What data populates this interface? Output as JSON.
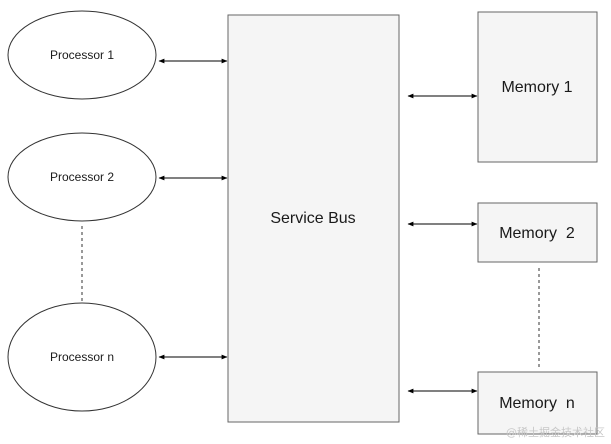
{
  "diagram": {
    "processors": [
      {
        "label": "Processor 1"
      },
      {
        "label": "Processor 2"
      },
      {
        "label": "Processor n"
      }
    ],
    "bus": {
      "label": "Service Bus"
    },
    "memories": [
      {
        "label": "Memory 1"
      },
      {
        "label": "Memory  2"
      },
      {
        "label": "Memory  n"
      }
    ],
    "watermark": "@稀土掘金技术社区"
  },
  "colors": {
    "stroke": "#333333",
    "box_fill": "#f5f5f5",
    "background": "#ffffff"
  }
}
